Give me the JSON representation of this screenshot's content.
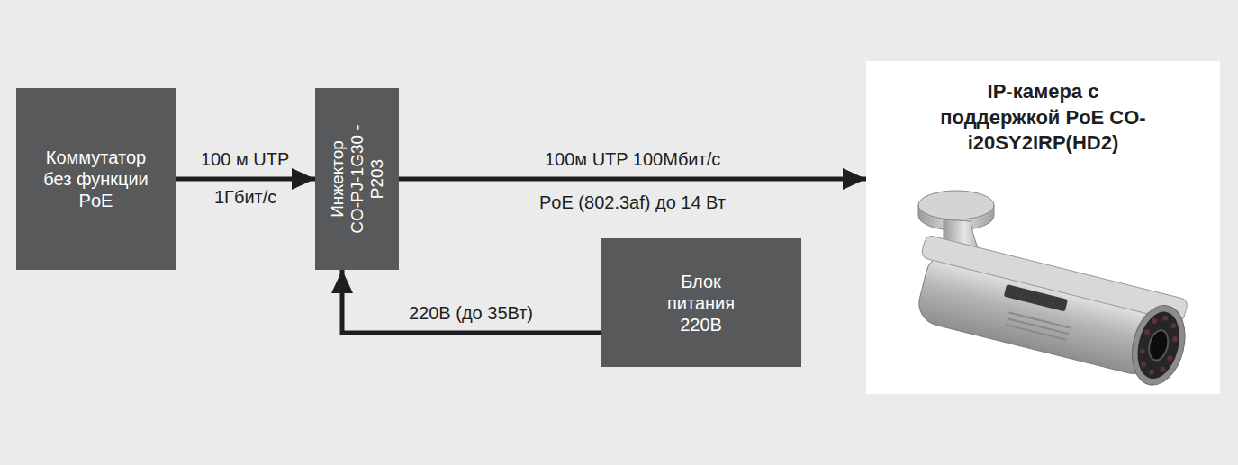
{
  "diagram": {
    "nodes": [
      {
        "text": [
          "Коммутатор без функции PoE"
        ]
      },
      {
        "text": [
          "Инжектор CO-PJ-1G30 -P203"
        ]
      },
      {
        "text": [
          "Блок питания 220В"
        ]
      },
      {
        "text": [
          "IP-камера с поддержкой PoE CO-i20SY2IRP(HD2)"
        ]
      }
    ],
    "edges": [
      {
        "from": 0,
        "to": 1,
        "arrow": "to",
        "label": "100 м UTP"
      },
      {
        "from": 1,
        "to": 3,
        "arrow": "to",
        "label": "100м UTP 100Мбит/с"
      },
      {
        "from": 2,
        "to": 1,
        "arrow": "to",
        "label": "220В (до 35Вт)"
      }
    ],
    "labels": [
      "1Гбит/с",
      "PoE (802.3af) до 14 Вт"
    ]
  }
}
